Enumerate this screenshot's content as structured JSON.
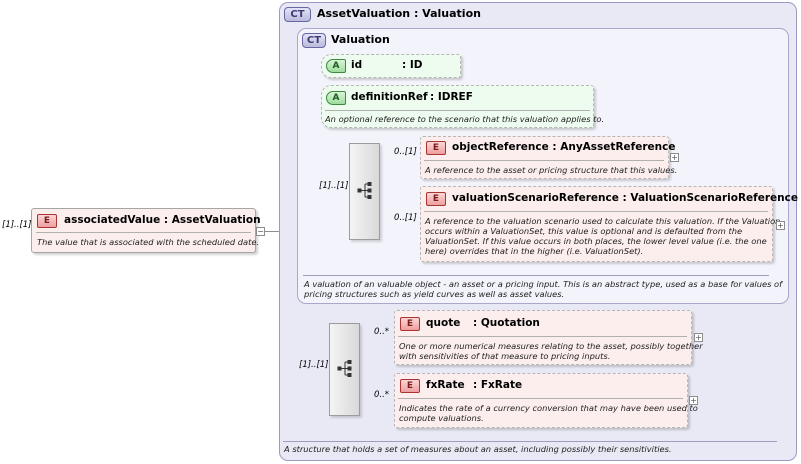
{
  "root": {
    "cardinality": "[1]..[1]",
    "badge": "E",
    "name": "associatedValue",
    "type": ": AssetValuation",
    "doc": "The value that is associated with the scheduled date.",
    "collapse_symbol": "−"
  },
  "asset_valuation": {
    "badge": "CT",
    "name": "AssetValuation",
    "type": ": Valuation",
    "doc": "A structure that holds a set of measures about an asset, including possibly their sensitivities."
  },
  "valuation": {
    "badge": "CT",
    "name": "Valuation",
    "doc_lines": [
      "A valuation of an valuable object - an asset or a pricing input. This is an abstract type, used as a base for values of",
      "pricing structures such as yield curves as well as asset values."
    ],
    "attributes": [
      {
        "badge": "A",
        "name": "id",
        "type": ": ID"
      },
      {
        "badge": "A",
        "name": "definitionRef",
        "type": ": IDREF",
        "doc": "An optional reference to the scenario that this valuation applies to."
      }
    ],
    "sequence": {
      "cardinality": "[1]..[1]",
      "elements": [
        {
          "cardinality": "0..[1]",
          "badge": "E",
          "name": "objectReference",
          "type": ": AnyAssetReference",
          "doc_lines": [
            "A reference to the asset or pricing structure that this values."
          ],
          "expand_symbol": "+"
        },
        {
          "cardinality": "0..[1]",
          "badge": "E",
          "name": "valuationScenarioReference",
          "type": ": ValuationScenarioReference",
          "doc_lines": [
            "A reference to the valuation scenario used to calculate this valuation. If the Valuation",
            "occurs within a ValuationSet, this value is optional and is defaulted from the",
            "ValuationSet. If this value occurs in both places, the lower level value (i.e. the one",
            "here) overrides that in the higher (i.e. ValuationSet)."
          ],
          "expand_symbol": "+"
        }
      ]
    }
  },
  "asset_sequence": {
    "cardinality": "[1]..[1]",
    "elements": [
      {
        "cardinality": "0..*",
        "badge": "E",
        "name": "quote",
        "type": ": Quotation",
        "doc_lines": [
          "One or more numerical measures relating to the asset, possibly together",
          "with sensitivities of that measure to pricing inputs."
        ],
        "expand_symbol": "+"
      },
      {
        "cardinality": "0..*",
        "badge": "E",
        "name": "fxRate",
        "type": ": FxRate",
        "doc_lines": [
          "Indicates the rate of a currency conversion that may have been used to",
          "compute valuations."
        ],
        "expand_symbol": "+"
      }
    ]
  }
}
